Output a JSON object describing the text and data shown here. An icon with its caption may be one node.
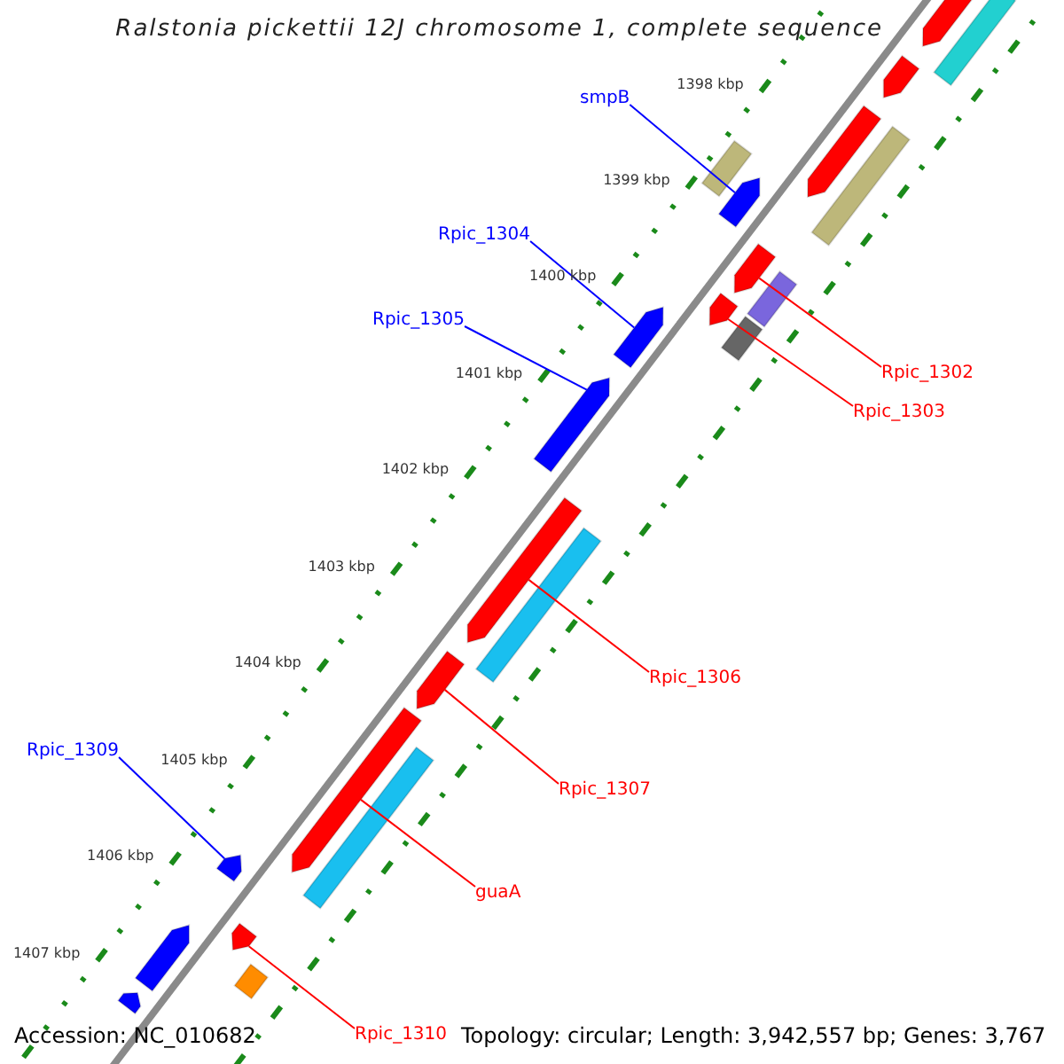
{
  "diagram": {
    "title": "Ralstonia pickettii 12J chromosome 1, complete sequence",
    "nodes": [
      {
        "text": [
          "smpB"
        ]
      },
      {
        "text": [],
        "shape": "arrow"
      },
      {
        "text": [
          "Rpic_1304"
        ]
      },
      {
        "text": [],
        "shape": "arrow"
      },
      {
        "text": [
          "Rpic_1305"
        ]
      },
      {
        "text": [],
        "shape": "arrow"
      },
      {
        "text": [
          "Rpic_1302"
        ]
      },
      {
        "text": [],
        "shape": "arrow"
      },
      {
        "text": [
          "Rpic_1303"
        ]
      },
      {
        "text": [],
        "shape": "arrow"
      },
      {
        "text": [
          "Rpic_1306"
        ]
      },
      {
        "text": [],
        "shape": "arrow"
      },
      {
        "text": [
          "Rpic_1307"
        ]
      },
      {
        "text": [],
        "shape": "arrow"
      },
      {
        "text": [
          "guaA"
        ]
      },
      {
        "text": [],
        "shape": "arrow"
      },
      {
        "text": [
          "Rpic_1309"
        ]
      },
      {
        "text": [],
        "shape": "arrow"
      },
      {
        "text": [
          "Rpic_1310"
        ]
      },
      {
        "text": [],
        "shape": "arrow"
      },
      {
        "text": [],
        "shape": "arrow"
      },
      {
        "text": [],
        "shape": "bar"
      },
      {
        "text": [],
        "shape": "arrow"
      },
      {
        "text": [],
        "shape": "arrow"
      },
      {
        "text": [],
        "shape": "bar"
      },
      {
        "text": [],
        "shape": "bar"
      },
      {
        "text": [],
        "shape": "bar"
      },
      {
        "text": [],
        "shape": "bar"
      },
      {
        "text": [],
        "shape": "bar"
      },
      {
        "text": [],
        "shape": "bar"
      },
      {
        "text": [],
        "shape": "bar"
      },
      {
        "text": [],
        "shape": "arrow"
      },
      {
        "text": [],
        "shape": "arrow"
      }
    ],
    "edges": [
      {
        "from": 0,
        "to": 1,
        "arrow": "none",
        "color": "#0000ff"
      },
      {
        "from": 2,
        "to": 3,
        "arrow": "none",
        "color": "#0000ff"
      },
      {
        "from": 4,
        "to": 5,
        "arrow": "none",
        "color": "#0000ff"
      },
      {
        "from": 6,
        "to": 7,
        "arrow": "none"
      },
      {
        "from": 8,
        "to": 9,
        "arrow": "none"
      },
      {
        "from": 10,
        "to": 11,
        "arrow": "none"
      },
      {
        "from": 12,
        "to": 13,
        "arrow": "none"
      },
      {
        "from": 14,
        "to": 15,
        "arrow": "none"
      },
      {
        "from": 16,
        "to": 17,
        "arrow": "none",
        "color": "#0000ff"
      },
      {
        "from": 18,
        "to": 19,
        "arrow": "none"
      }
    ],
    "labels": [
      "1398 kbp",
      "1399 kbp",
      "1400 kbp",
      "1401 kbp",
      "1402 kbp",
      "1403 kbp",
      "1404 kbp",
      "1405 kbp",
      "1406 kbp",
      "1407 kbp",
      "Accession: NC_010682",
      "Topology: circular; Length: 3,942,557 bp; Genes: 3,767"
    ]
  }
}
